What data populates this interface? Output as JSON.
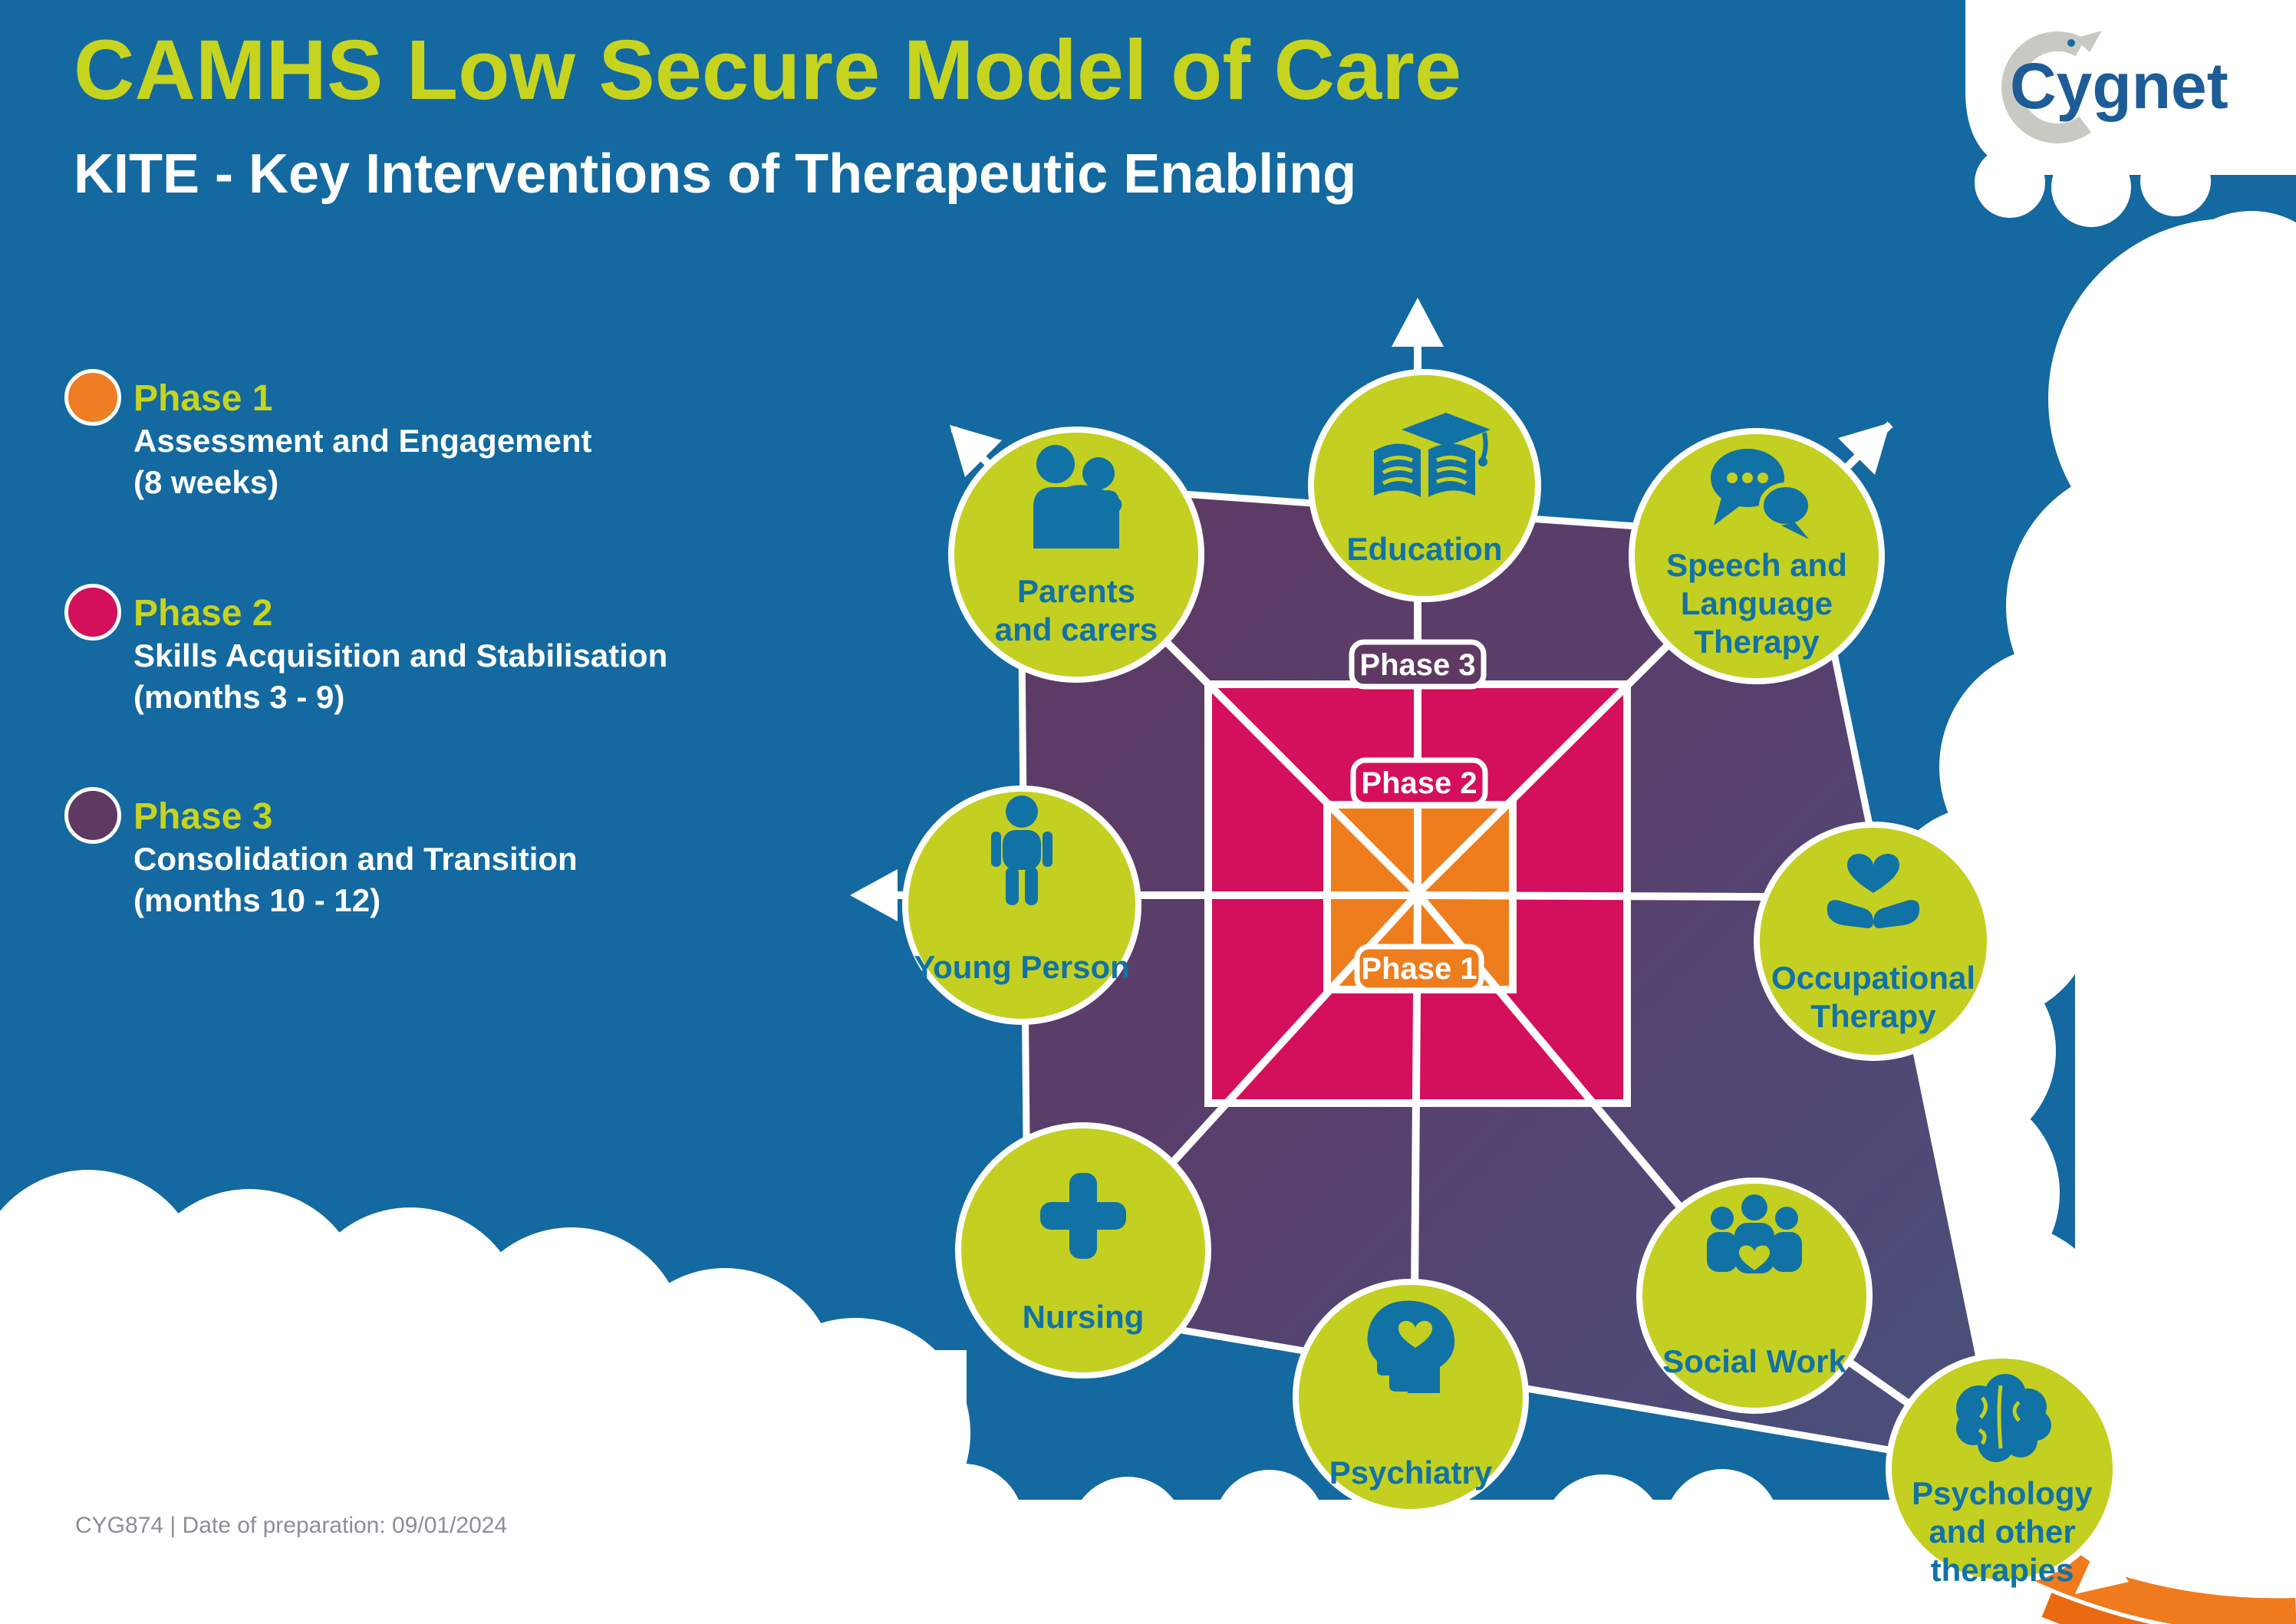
{
  "header": {
    "title": "CAMHS Low Secure Model of Care",
    "subtitle": "KITE - Key Interventions of Therapeutic Enabling"
  },
  "logo": {
    "brand": "Cygnet"
  },
  "legend": {
    "items": [
      {
        "name": "Phase 1",
        "color": "#ee7d23",
        "desc_line1": "Assessment and Engagement",
        "desc_line2": "(8 weeks)"
      },
      {
        "name": "Phase 2",
        "color": "#d40f5c",
        "desc_line1": "Skills Acquisition and Stabilisation",
        "desc_line2": "(months 3 - 9)"
      },
      {
        "name": "Phase 3",
        "color": "#5e3a63",
        "desc_line1": "Consolidation and Transition",
        "desc_line2": "(months 10 - 12)"
      }
    ]
  },
  "kite": {
    "tabs": [
      {
        "label": "Phase 3"
      },
      {
        "label": "Phase 2"
      },
      {
        "label": "Phase 1"
      }
    ],
    "nodes": [
      {
        "id": "parents-and-carers",
        "lines": [
          "Parents",
          "and carers"
        ]
      },
      {
        "id": "education",
        "lines": [
          "Education"
        ]
      },
      {
        "id": "speech-and-language-therapy",
        "lines": [
          "Speech and",
          "Language",
          "Therapy"
        ]
      },
      {
        "id": "young-person",
        "lines": [
          "Young Person"
        ]
      },
      {
        "id": "occupational-therapy",
        "lines": [
          "Occupational",
          "Therapy"
        ]
      },
      {
        "id": "nursing",
        "lines": [
          "Nursing"
        ]
      },
      {
        "id": "psychiatry",
        "lines": [
          "Psychiatry"
        ]
      },
      {
        "id": "social-work",
        "lines": [
          "Social Work"
        ]
      },
      {
        "id": "psychology-and-other-therapies",
        "lines": [
          "Psychology",
          "and other",
          "therapies"
        ]
      }
    ]
  },
  "footer": {
    "text": "CYG874 | Date of preparation: 09/01/2024"
  },
  "colors": {
    "background_blue": "#1369a0",
    "lime": "#c3d021",
    "title_lime": "#c6d41f",
    "pink_phase2": "#d40f5c",
    "orange_phase1": "#ee7d1e",
    "purple_phase3_dark": "#5e3a63",
    "purple_phase3_slate": "#49517d",
    "icon_text_blue": "#1172a6",
    "logo_blue": "#1d5c97",
    "logo_grey": "#c9c9c3",
    "footer_grey": "#8a9096",
    "tail_orange": "#ef7b1e"
  }
}
